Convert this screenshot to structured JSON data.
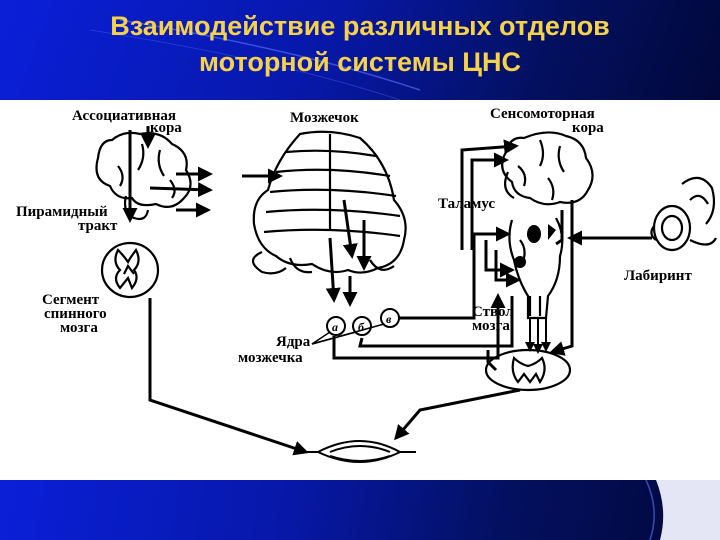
{
  "title": {
    "line1": "Взаимодействие различных отделов",
    "line2": "моторной системы ЦНС"
  },
  "labels": {
    "assoc_cortex_1": "Ассоциативная",
    "assoc_cortex_2": "кора",
    "cerebellum": "Мозжечок",
    "sensorimotor_1": "Сенсомоторная",
    "sensorimotor_2": "кора",
    "pyramidal_1": "Пирамидный",
    "pyramidal_2": "тракт",
    "thalamus": "Таламус",
    "labyrinth": "Лабиринт",
    "segment_1": "Сегмент",
    "segment_2": "спинного",
    "segment_3": "мозга",
    "nuclei_1": "Ядра",
    "nuclei_2": "мозжечка",
    "brainstem_1": "Ствол",
    "brainstem_2": "мозга",
    "nucleus_a": "а",
    "nucleus_b": "б",
    "nucleus_c": "в"
  },
  "colors": {
    "title": "#f5d24a",
    "header_blue": "#0a1fd9",
    "line": "#000000",
    "background": "#ffffff"
  }
}
